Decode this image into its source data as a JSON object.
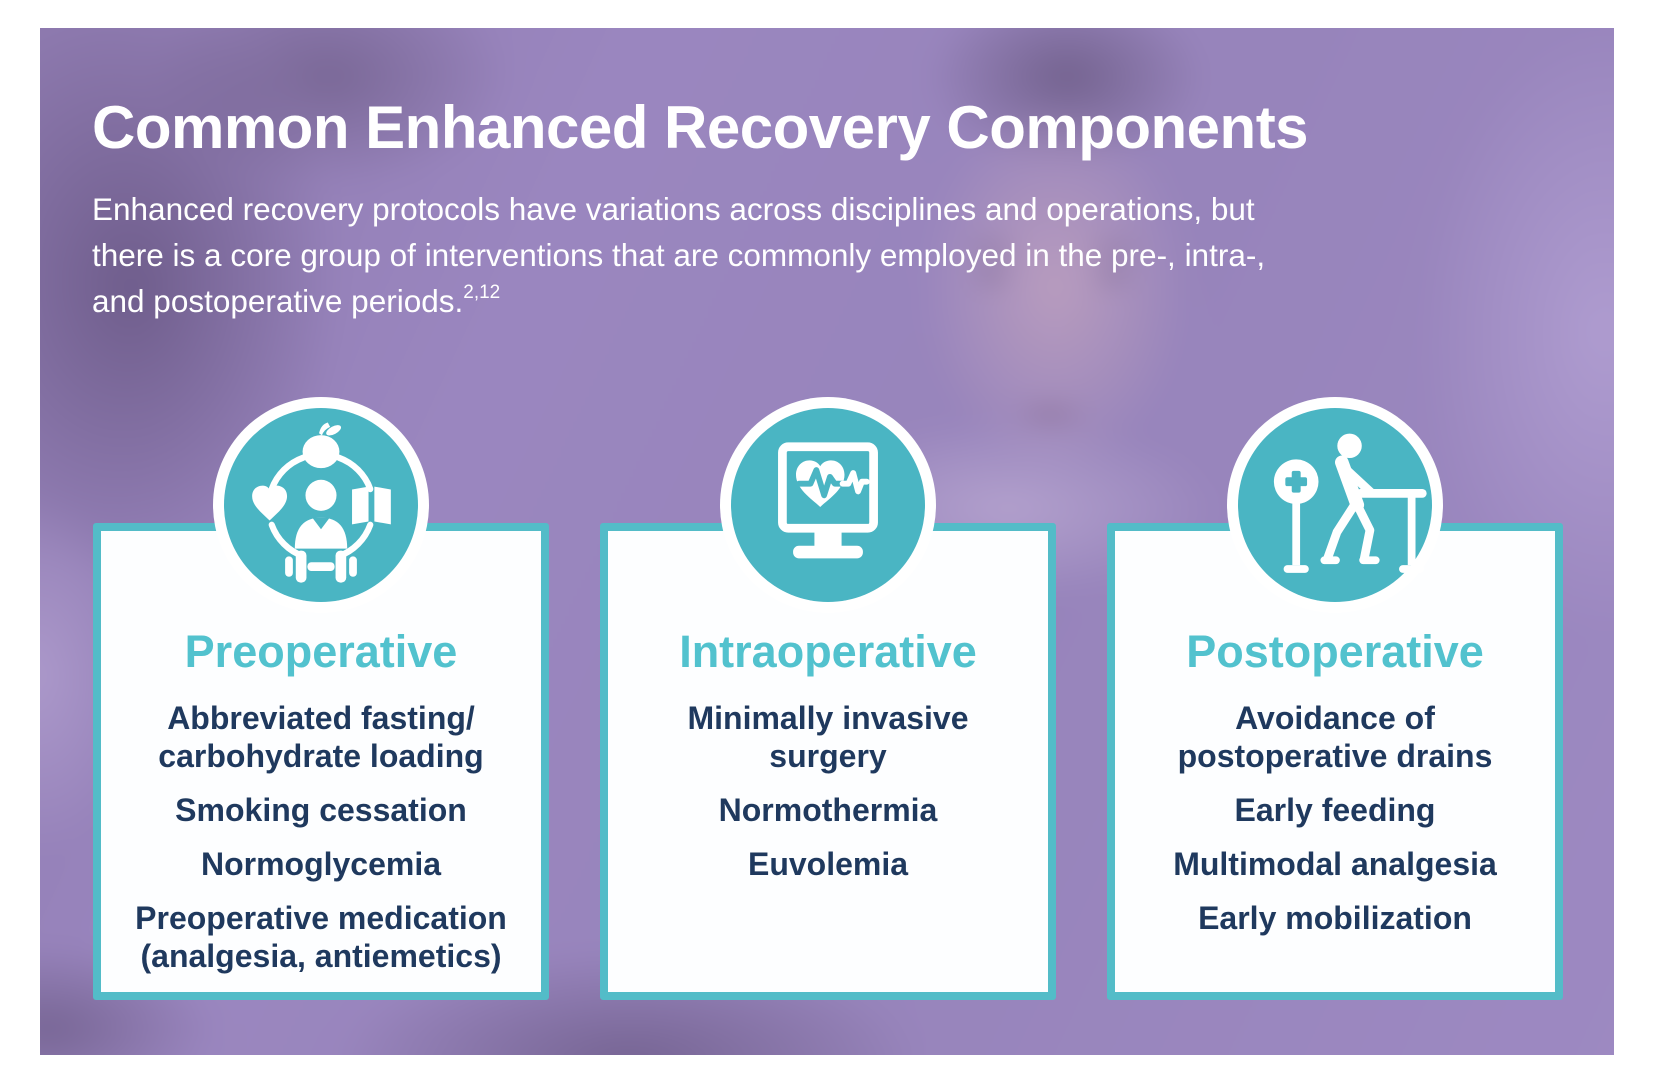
{
  "header": {
    "title": "Common Enhanced Recovery Components",
    "subtitle_lines": [
      "Enhanced recovery protocols have variations across disciplines and operations, but",
      "there is a core group of interventions that are commonly employed in the pre-, intra-,",
      "and postoperative periods."
    ],
    "subtitle_superscript": "2,12"
  },
  "columns": [
    {
      "heading": "Preoperative",
      "icon": "wellness-prehabilitation-icon",
      "items": [
        {
          "lines": [
            "Abbreviated fasting/",
            "carbohydrate loading"
          ]
        },
        {
          "lines": [
            "Smoking cessation"
          ]
        },
        {
          "lines": [
            "Normoglycemia"
          ]
        },
        {
          "lines": [
            "Preoperative medication",
            "(analgesia, antiemetics)"
          ]
        }
      ]
    },
    {
      "heading": "Intraoperative",
      "icon": "heart-monitor-icon",
      "items": [
        {
          "lines": [
            "Minimally invasive",
            "surgery"
          ]
        },
        {
          "lines": [
            "Normothermia"
          ]
        },
        {
          "lines": [
            "Euvolemia"
          ]
        }
      ]
    },
    {
      "heading": "Postoperative",
      "icon": "early-mobilization-icon",
      "items": [
        {
          "lines": [
            "Avoidance of",
            "postoperative drains"
          ]
        },
        {
          "lines": [
            "Early feeding"
          ]
        },
        {
          "lines": [
            "Multimodal analgesia"
          ]
        },
        {
          "lines": [
            "Early mobilization"
          ]
        }
      ]
    }
  ],
  "colors": {
    "overlay_purple": "#9a86bf",
    "card_border_teal": "#53bcc8",
    "icon_disc_teal": "#4ab5c3",
    "heading_teal": "#52c2ce",
    "text_navy": "#1f395e",
    "title_white": "#ffffff",
    "card_background": "#fdfeff"
  }
}
